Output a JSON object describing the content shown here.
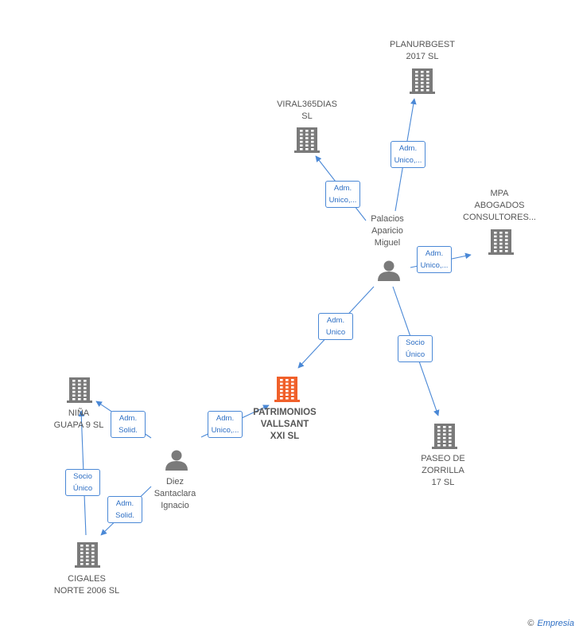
{
  "colors": {
    "company": "#7a7a7a",
    "focus_company": "#f0602a",
    "person": "#7a7a7a",
    "edge": "#4a88d6",
    "edge_text": "#2e6fc4",
    "label_text": "#555555"
  },
  "nodes": [
    {
      "id": "planurbgest",
      "type": "company",
      "label": "PLANURBGEST\n2017  SL"
    },
    {
      "id": "viral365",
      "type": "company",
      "label": "VIRAL365DIAS\nSL"
    },
    {
      "id": "mpa",
      "type": "company",
      "label": "MPA\nABOGADOS\nCONSULTORES..."
    },
    {
      "id": "palacios",
      "type": "person",
      "label": "Palacios\nAparicio\nMiguel"
    },
    {
      "id": "patrimonios",
      "type": "company",
      "focus": true,
      "label": "PATRIMONIOS\nVALLSANT\nXXI  SL"
    },
    {
      "id": "nina",
      "type": "company",
      "label": "NIÑA\nGUAPA 9  SL"
    },
    {
      "id": "diez",
      "type": "person",
      "label": "Diez\nSantaclara\nIgnacio"
    },
    {
      "id": "paseo",
      "type": "company",
      "label": "PASEO DE\nZORRILLA\n17  SL"
    },
    {
      "id": "cigales",
      "type": "company",
      "label": "CIGALES\nNORTE 2006 SL"
    }
  ],
  "edges": [
    {
      "id": "e1",
      "from": "palacios",
      "to": "planurbgest",
      "label": "Adm.\nUnico,..."
    },
    {
      "id": "e2",
      "from": "palacios",
      "to": "viral365",
      "label": "Adm.\nUnico,..."
    },
    {
      "id": "e3",
      "from": "palacios",
      "to": "mpa",
      "label": "Adm.\nUnico,..."
    },
    {
      "id": "e4",
      "from": "palacios",
      "to": "patrimonios",
      "label": "Adm.\nUnico"
    },
    {
      "id": "e5",
      "from": "palacios",
      "to": "paseo",
      "label": "Socio\nÚnico"
    },
    {
      "id": "e6",
      "from": "diez",
      "to": "patrimonios",
      "label": "Adm.\nUnico,..."
    },
    {
      "id": "e7",
      "from": "diez",
      "to": "nina",
      "label": "Adm.\nSolid."
    },
    {
      "id": "e8",
      "from": "diez",
      "to": "cigales",
      "label": "Adm.\nSolid."
    },
    {
      "id": "e9",
      "from": "cigales",
      "to": "nina",
      "label": "Socio\nÚnico"
    }
  ],
  "brand": {
    "copyright": "©",
    "name": "Empresia"
  }
}
